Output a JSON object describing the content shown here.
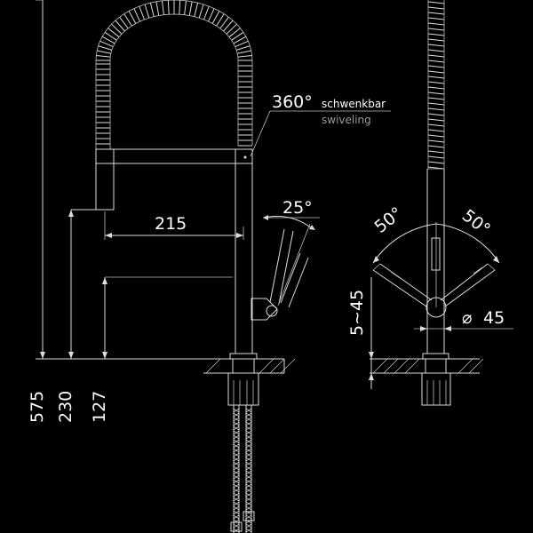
{
  "labels": {
    "rotation": "360°",
    "rotation_de": "schwenkbar",
    "rotation_en": "swiveling",
    "spray_angle": "25°",
    "reach": "215",
    "height_total": "575",
    "height_spout": "230",
    "height_lever": "127",
    "lever_left": "50°",
    "lever_right": "50°",
    "thickness": "5~45",
    "diameter": "45",
    "diameter_symbol": "⌀"
  },
  "colors": {
    "background": "#000000",
    "lines": "#dcdcdc",
    "text": "#ffffff",
    "secondary_text": "#9a9a9a"
  }
}
